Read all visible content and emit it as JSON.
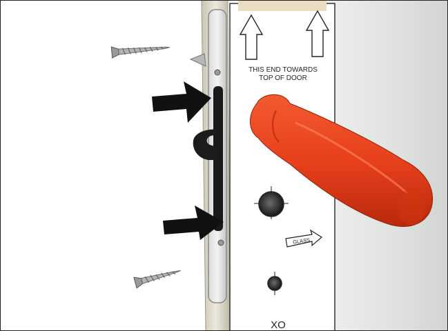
{
  "template": {
    "instruction_line1": "THIS END TOWARDS",
    "instruction_line2": "TOP OF DOOR",
    "glass_label": "GLASS",
    "bottom_label": "XO"
  },
  "colors": {
    "screwdriver": "#e8401c",
    "arrows": "#111111",
    "template_face": "#ffffff",
    "door_panel": "#e2e4e2",
    "frame": "#d9d6c8"
  },
  "icons": {
    "up_arrows": [
      "up-arrow-icon",
      "up-arrow-icon"
    ],
    "screws": [
      "screw-icon",
      "screw-icon"
    ],
    "pointer_arrows": [
      "pointer-arrow-icon",
      "pointer-arrow-icon"
    ]
  }
}
